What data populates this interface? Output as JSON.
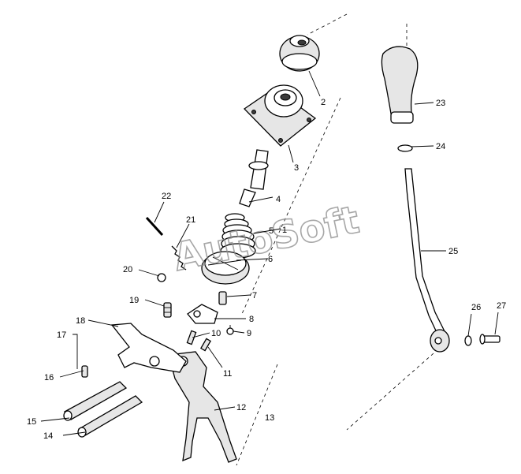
{
  "watermark": "AutoSoft",
  "callouts": [
    "1",
    "2",
    "3",
    "4",
    "5",
    "6",
    "7",
    "8",
    "9",
    "10",
    "11",
    "12",
    "13",
    "14",
    "15",
    "16",
    "17",
    "18",
    "19",
    "20",
    "21",
    "22",
    "23",
    "24",
    "25",
    "26",
    "27"
  ]
}
